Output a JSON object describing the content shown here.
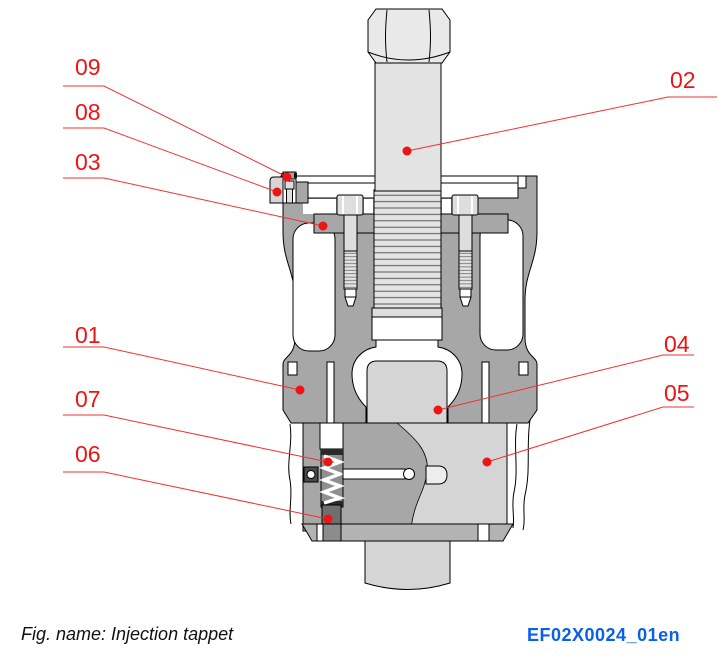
{
  "figure": {
    "caption": "Fig. name: Injection tappet",
    "doc_code": "EF02X0024_01en"
  },
  "callouts": {
    "c01": "01",
    "c02": "02",
    "c03": "03",
    "c04": "04",
    "c05": "05",
    "c06": "06",
    "c07": "07",
    "c08": "08",
    "c09": "09"
  },
  "colors": {
    "callout_red": "#ee1414",
    "leader_red": "#f23030",
    "code_blue": "#0a60e6",
    "caption_black": "#111111",
    "body_gray": "#a7a7a7",
    "light_gray": "#d5d5d5",
    "metal_gray": "#dedede",
    "stem_gray": "#e3e3e3",
    "hex_gray": "#e9e9e9",
    "plug_dark": "#6f6f6f",
    "spring_gray": "#8f8f8f",
    "bottom_band": "#b3b3b3"
  }
}
